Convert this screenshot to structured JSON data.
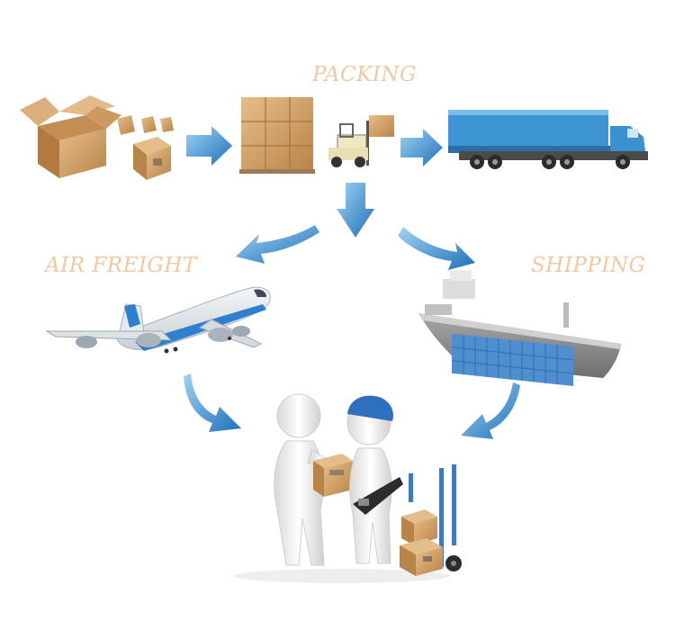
{
  "labels": {
    "packing": "PACKING",
    "air_freight": "AIR FREIGHT",
    "shipping": "SHIPPING"
  },
  "colors": {
    "label_text": "#f3c7a1",
    "arrow_blue": "#3a8fd0",
    "truck_blue": "#3d95d4",
    "cardboard": "#d6a46c"
  },
  "icons": [
    "open-box-icon",
    "stacked-pallet-boxes-icon",
    "forklift-icon",
    "truck-icon",
    "airplane-icon",
    "cargo-ship-icon",
    "delivery-people-icon",
    "hand-truck-icon"
  ]
}
